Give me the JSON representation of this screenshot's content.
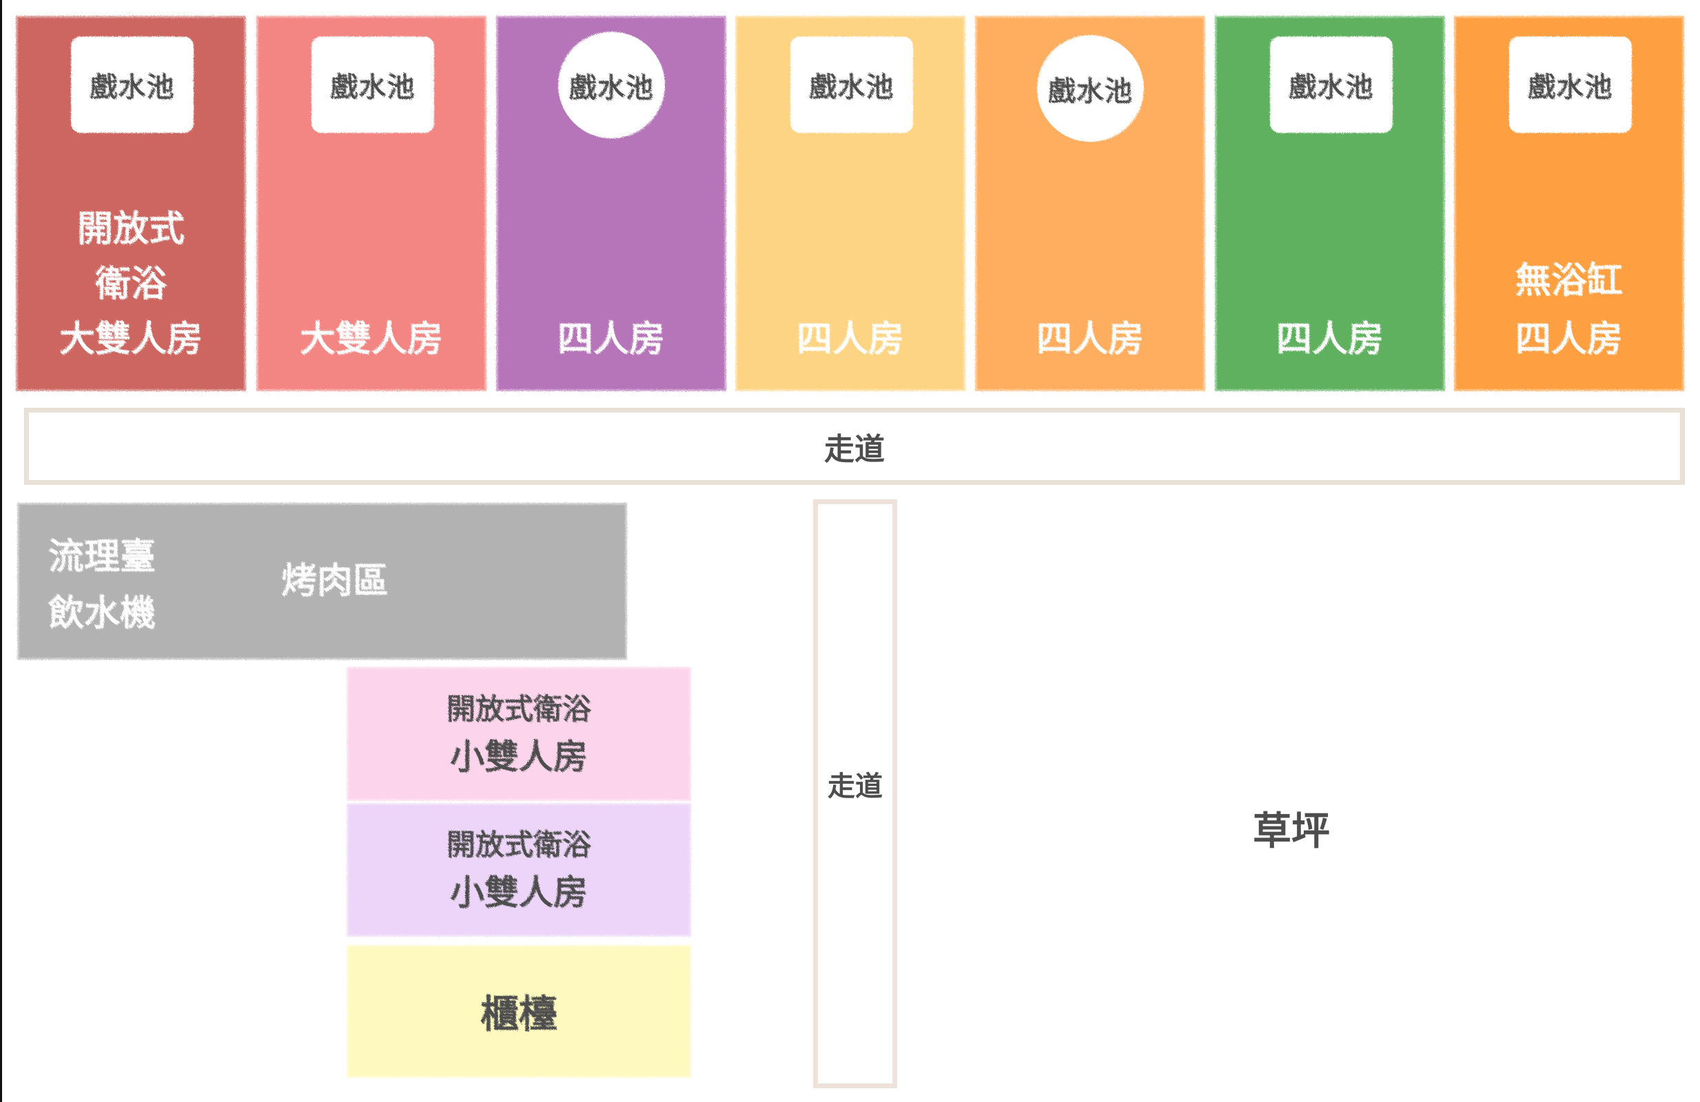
{
  "colors": {
    "text_dark": "#4d4d4d",
    "corridor_border": "#e9e0d6"
  },
  "top_rooms": [
    {
      "pool": "戲水池",
      "pool_shape": "square",
      "color": "#cd6660",
      "labels": [
        "開放式",
        "衛浴",
        "大雙人房"
      ]
    },
    {
      "pool": "戲水池",
      "pool_shape": "square",
      "color": "#f38683",
      "labels": [
        "大雙人房"
      ]
    },
    {
      "pool": "戲水池",
      "pool_shape": "circle",
      "color": "#b774b9",
      "labels": [
        "四人房"
      ]
    },
    {
      "pool": "戲水池",
      "pool_shape": "square",
      "color": "#fdd484",
      "labels": [
        "四人房"
      ]
    },
    {
      "pool": "戲水池",
      "pool_shape": "circle",
      "color": "#ffae5e",
      "labels": [
        "四人房"
      ]
    },
    {
      "pool": "戲水池",
      "pool_shape": "square",
      "color": "#5fb160",
      "labels": [
        "四人房"
      ]
    },
    {
      "pool": "戲水池",
      "pool_shape": "square",
      "color": "#fea042",
      "labels": [
        "無浴缸",
        "四人房"
      ]
    }
  ],
  "corridor_horizontal": {
    "label": "走道"
  },
  "corridor_vertical": {
    "label": "走道"
  },
  "kitchen_area": {
    "color": "#b2b2b2",
    "left_labels": [
      "流理臺",
      "飲水機"
    ],
    "right_label": "烤肉區"
  },
  "small_rooms": [
    {
      "color": "#fcd4ec",
      "sub_label": "開放式衛浴",
      "main_label": "小雙人房"
    },
    {
      "color": "#ecd5f8",
      "sub_label": "開放式衛浴",
      "main_label": "小雙人房"
    }
  ],
  "counter": {
    "color": "#fef9bf",
    "label": "櫃檯"
  },
  "lawn": {
    "label": "草坪"
  }
}
